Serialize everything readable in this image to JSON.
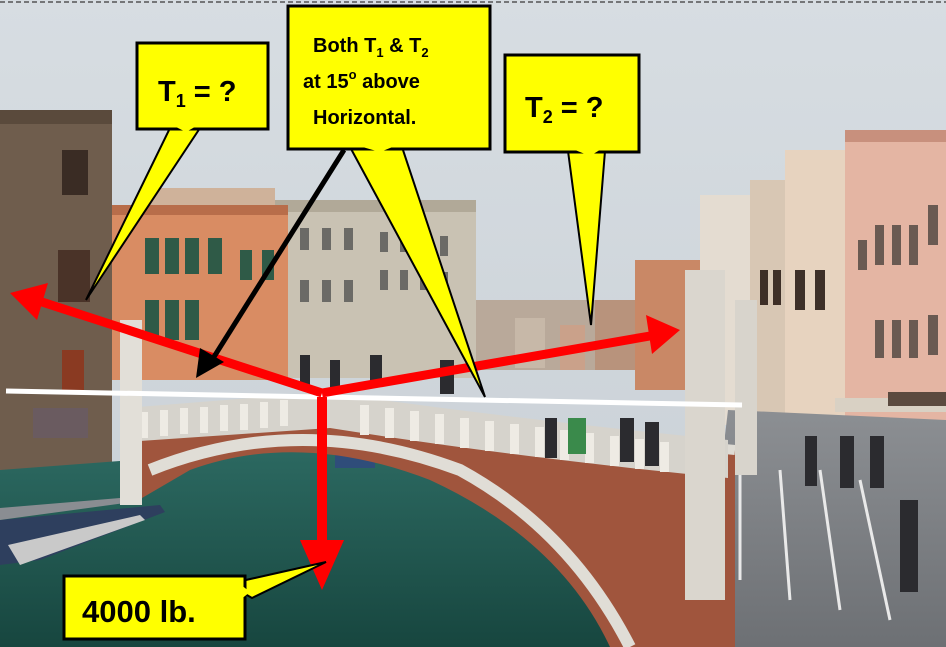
{
  "callouts": {
    "t1": {
      "label": "T",
      "sub": "1",
      "suffix": " = ?"
    },
    "t2": {
      "label": "T",
      "sub": "2",
      "suffix": " = ?"
    },
    "note": {
      "line1": {
        "a": "Both T",
        "a_sub": "1",
        "b": " & T",
        "b_sub": "2"
      },
      "line2": {
        "a": "at 15",
        "sup": "o",
        "b": " above"
      },
      "line3": "Horizontal."
    },
    "weight": "4000 lb."
  },
  "colors": {
    "callout_fill": "#ffff00",
    "force_arrow": "#ff0000",
    "horizontal_ref": "#ffffff",
    "pointer": "#000000"
  },
  "photo": {
    "subject": "stone-bridge-over-canal-venice",
    "elements": [
      "sky",
      "buildings-left",
      "buildings-right",
      "canal-water",
      "arched-bridge",
      "balustrade",
      "pedestrians"
    ]
  }
}
